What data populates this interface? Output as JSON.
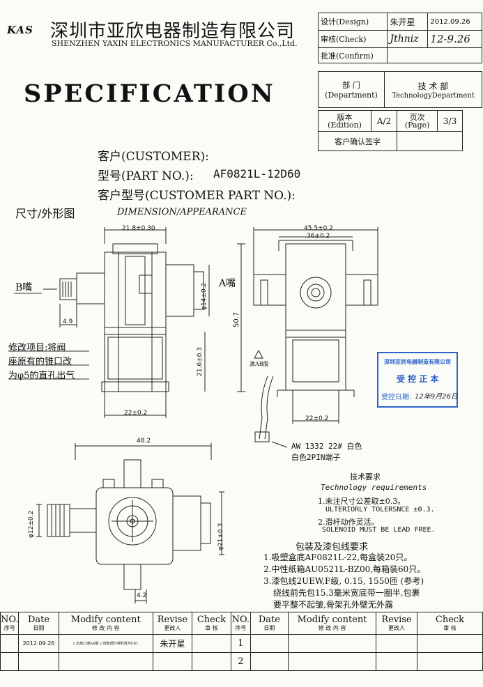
{
  "header": {
    "logo": "KAS",
    "company_cn": "深圳市亚欣电器制造有限公司",
    "company_en": "SHENZHEN YAXIN ELECTRONICS MANUFACTURER Co.,Ltd.",
    "spec_title": "SPECIFICATION"
  },
  "info_table": {
    "design_label": "设计(Design)",
    "design_name": "朱开星",
    "design_date": "2012.09.26",
    "check_label": "审核(Check)",
    "check_signature": "Jthniz",
    "check_date": "12-9.26",
    "confirm_label": "批准(Confirm)",
    "dept_label_cn": "部 门",
    "dept_label_en": "(Department)",
    "dept_value_cn": "技 术 部",
    "dept_value_en": "TechnologyDepartment",
    "edition_label_cn": "版本",
    "edition_label_en": "(Edition)",
    "edition_value": "A/2",
    "page_label_cn": "页次",
    "page_label_en": "(Page)",
    "page_value": "3/3",
    "customer_sign": "客户确认签字"
  },
  "customer": {
    "customer_label": "客户(CUSTOMER):",
    "part_label": "型号(PART NO.):",
    "part_value": "AF0821L-12D60",
    "customer_part_label": "客户型号(CUSTOMER PART NO.):"
  },
  "drawing": {
    "section_cn": "尺寸/外形图",
    "section_en": "DIMENSION/APPEARANCE",
    "dim_top_width": "21.8±0.30",
    "dim_right_outer": "45.5±0.2",
    "dim_right_inner": "36±0.2",
    "dim_dia14": "φ14±0.2",
    "dim_height": "50.7",
    "dim_216": "21.6±0.3",
    "dim_49": "4.9",
    "dim_22_left": "22±0.2",
    "dim_22_right": "22±0.2",
    "label_b": "B嘴",
    "label_a": "A嘴",
    "glue_label": "滴AB胶",
    "wire_line1": "AW 1332 22# 白色",
    "wire_line2": "白色2PIN端子",
    "dim_482": "48.2",
    "dim_dia12": "φ12±0.2",
    "dim_dia21": "φ21±0.3",
    "dim_42": "4.2",
    "mod_note_1": "修改项目:将阀",
    "mod_note_2": "座原有的锥口改",
    "mod_note_3": "为φ5的直孔出气"
  },
  "stamp": {
    "company": "深圳亚欣电器制造有限公司",
    "title": "受 控 正 本",
    "date_label": "受控日期:",
    "date_value": "12年9月26日"
  },
  "tech": {
    "title_cn": "技术要求",
    "title_en": "Technology requirements",
    "item1_cn": "1.未注尺寸公差取±0.3。",
    "item1_en": "ULTERIORLY TOLERSNCE ±0.3.",
    "item2_cn": "2.滑杆动作灵活。",
    "item2_en": "SOLENOID MUST BE LEAD FREE."
  },
  "packing": {
    "title": "包装及漆包线要求",
    "item1": "1.吸塑盒底AF0821L-22,每盒装20只。",
    "item2": "2.中性纸箱AU0521L-BZ00,每箱装60只。",
    "item3": "3.漆包线2UEW,F级, 0.15, 1550匝 (参考)",
    "item3b": "绕线前先包15.3毫米宽底带一圈半,包裹",
    "item3c": "要平整不起皱,骨架孔外壁无外露"
  },
  "revision": {
    "no_en": "NO.",
    "no_cn": "序号",
    "date_en": "Date",
    "date_cn": "日期",
    "modify_en": "Modify content",
    "modify_cn": "修 改 内 容",
    "revise_en": "Revise",
    "revise_cn": "更改人",
    "check_en": "Check",
    "check_cn": "审 核",
    "left_row_date": "2012.09.26",
    "left_row_modify": "1.出线口滴AB胶 2.线包部分材料改为PBT.",
    "left_row_revise": "朱开星",
    "right_no1": "1",
    "right_no2": "2"
  }
}
